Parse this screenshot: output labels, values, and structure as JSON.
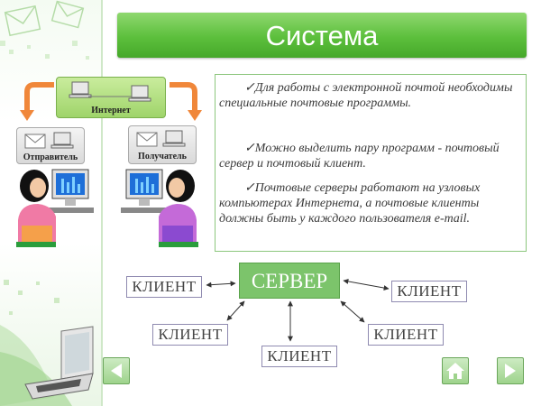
{
  "header": {
    "title": "Система"
  },
  "illustration": {
    "internet_label": "Интернет",
    "sender_label": "Отправитель",
    "receiver_label": "Получатель"
  },
  "info": {
    "paragraphs": [
      "Для работы с электронной почтой необходимы специальные почтовые программы.",
      "Можно выделить пару программ - почтовый сервер и почтовый клиент.",
      "Почтовые серверы работают на узловых компьютерах Интернета, а почтовые клиенты должны быть у каждого пользователя e-mail."
    ]
  },
  "diagram": {
    "server_label": "СЕРВЕР",
    "clients": [
      "КЛИЕНТ",
      "КЛИЕНТ",
      "КЛИЕНТ",
      "КЛИЕНТ",
      "КЛИЕНТ"
    ]
  },
  "navigation": {
    "buttons": [
      "back-button",
      "home-button",
      "forward-button"
    ]
  },
  "colors": {
    "accent_green": "#5cbf3c",
    "server_green": "#7cc46b",
    "arrow_orange": "#f0873a",
    "client_border": "#8f8ab0"
  }
}
